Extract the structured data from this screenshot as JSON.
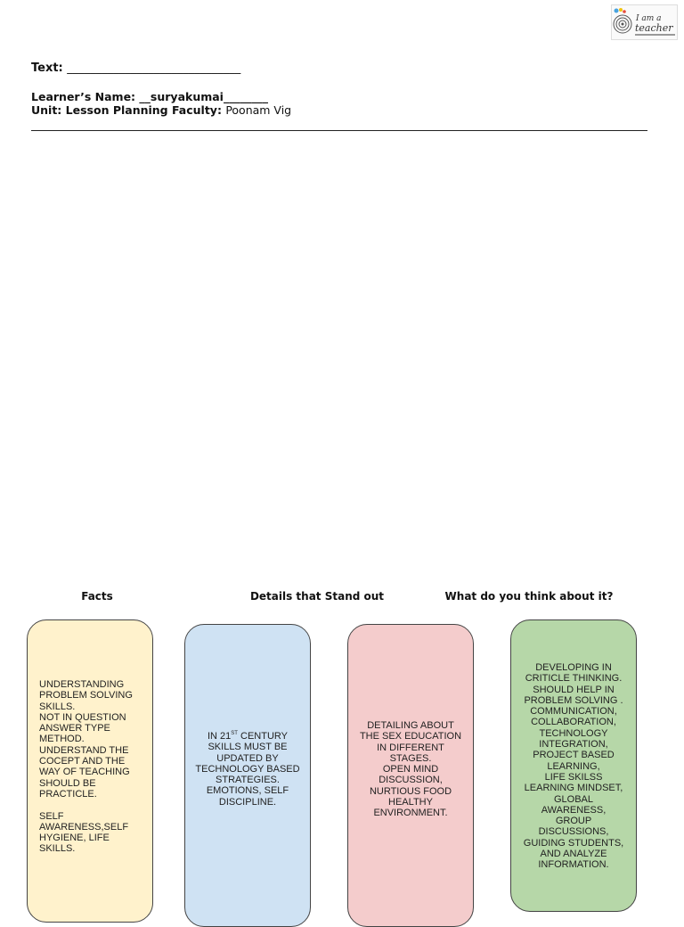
{
  "header": {
    "logo_text": "I am a teacher",
    "text_label": "Text:",
    "text_blank": "______________________________",
    "learner_label": "Learner’s Name:",
    "learner_value": "__suryakumai________",
    "unit_label": "Unit: Lesson Planning Faculty:",
    "faculty_value": "Poonam Vig"
  },
  "columns": [
    {
      "heading": "Facts"
    },
    {
      "heading": "Details that Stand out"
    },
    {
      "heading": "What do you think about it?"
    }
  ],
  "boxes": [
    {
      "color": "#fff2cc",
      "lines": [
        "UNDERSTANDING",
        "PROBLEM SOLVING",
        "SKILLS.",
        "NOT IN QUESTION",
        "ANSWER TYPE",
        "METHOD.",
        "UNDERSTAND THE",
        "COCEPT AND THE",
        "WAY OF TEACHING",
        "SHOULD BE",
        "PRACTICLE.",
        "",
        "SELF",
        "AWARENESS,SELF",
        "HYGIENE, LIFE",
        "SKILLS."
      ]
    },
    {
      "color": "#cfe2f3",
      "lines": [
        "IN 21^ST CENTURY",
        "SKILLS MUST BE",
        "UPDATED BY",
        "TECHNOLOGY BASED",
        "STRATEGIES.",
        "EMOTIONS, SELF",
        "DISCIPLINE."
      ]
    },
    {
      "color": "#f4cccc",
      "lines": [
        "DETAILING ABOUT",
        "THE SEX EDUCATION",
        "IN DIFFERENT",
        "STAGES.",
        "OPEN MIND",
        "DISCUSSION,",
        "NURTIOUS FOOD",
        "HEALTHY",
        "ENVIRONMENT."
      ]
    },
    {
      "color": "#b6d7a8",
      "lines": [
        "DEVELOPING IN",
        "CRITICLE THINKING.",
        "SHOULD HELP IN",
        "PROBLEM SOLVING .",
        "COMMUNICATION,",
        "COLLABORATION,",
        "TECHNOLOGY",
        "INTEGRATION,",
        "PROJECT BASED",
        "LEARNING,",
        "LIFE SKILSS",
        "LEARNING MINDSET,",
        "GLOBAL",
        "AWARENESS,",
        "GROUP",
        "DISCUSSIONS,",
        "GUIDING STUDENTS,",
        "AND ANALYZE",
        "INFORMATION."
      ]
    }
  ]
}
